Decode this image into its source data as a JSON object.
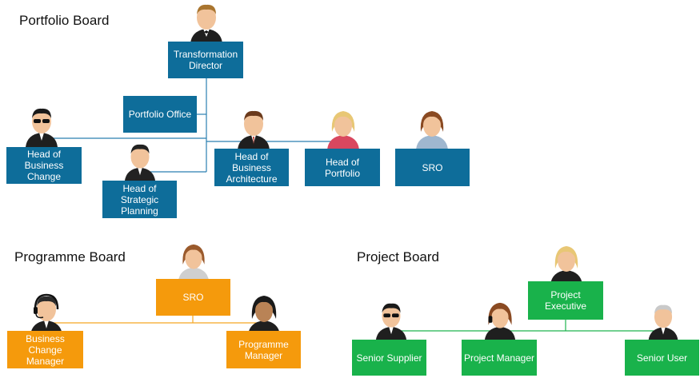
{
  "portfolio_board": {
    "title": "Portfolio Board",
    "color": "#0e6d9a",
    "roles": {
      "transformation_director": "Transformation\nDirector",
      "portfolio_office": "Portfolio Office",
      "head_business_change": "Head of\nBusiness Change",
      "head_strategic_planning": "Head of\nStrategic\nPlanning",
      "head_business_architecture": "Head of\nBusiness\nArchitecture",
      "head_portfolio": "Head of\nPortfolio",
      "sro": "SRO"
    }
  },
  "programme_board": {
    "title": "Programme Board",
    "color": "#f59a0c",
    "roles": {
      "sro": "SRO",
      "business_change_manager": "Business Change\nManager",
      "programme_manager": "Programme\nManager"
    }
  },
  "project_board": {
    "title": "Project Board",
    "color": "#19b24b",
    "roles": {
      "project_executive": "Project\nExecutive",
      "senior_supplier": "Senior Supplier",
      "project_manager": "Project Manager",
      "senior_user": "Senior User"
    }
  },
  "avatar_icons": [
    "male-suit-icon",
    "male-sunglasses-icon",
    "female-blonde-icon",
    "female-brunette-icon",
    "male-headset-icon",
    "female-headset-icon",
    "male-grey-hair-icon"
  ]
}
